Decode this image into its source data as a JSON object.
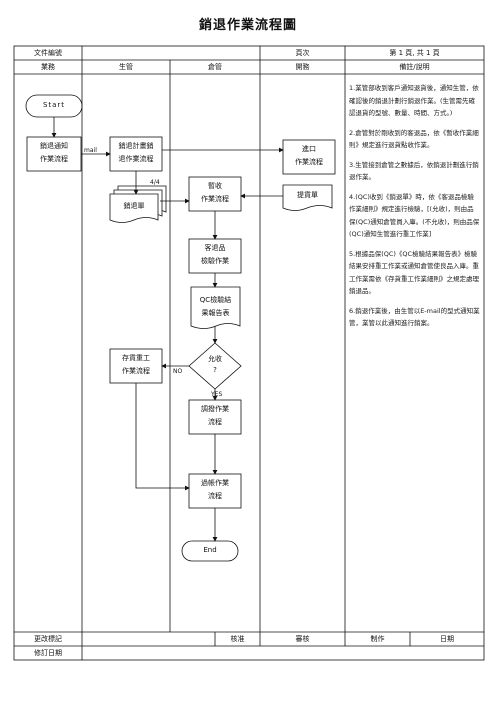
{
  "title": "銷退作業流程圖",
  "header": {
    "doc_no_label": "文件編號",
    "page_label": "頁次",
    "page_value": "第 1 頁, 共 1 頁",
    "col_business": "業務",
    "col_production": "生管",
    "col_warehouse": "倉管",
    "col_purchase": "開務",
    "col_notes": "備註/說明"
  },
  "flow": {
    "start": "Start",
    "end": "End",
    "sales_notice": [
      "銷退通知",
      "作業流程"
    ],
    "mail_label": "mail",
    "plan_return": [
      "銷退計畫銷",
      "退作業流程"
    ],
    "import": [
      "進口",
      "作業流程"
    ],
    "count_label": "4/4",
    "return_slip": "銷退單",
    "receive": [
      "暫收",
      "作業流程"
    ],
    "delivery_slip": "提貨單",
    "inspect": [
      "客退品",
      "檢驗作業"
    ],
    "qc_report": [
      "QC檢驗結",
      "果報告表"
    ],
    "rework": [
      "存貨重工",
      "作業流程"
    ],
    "decision": [
      "允收",
      "?"
    ],
    "no_label": "NO",
    "yes_label": "YES",
    "transfer": [
      "調撥作業",
      "流程"
    ],
    "scrap": [
      "過帳作業",
      "流程"
    ]
  },
  "notes": [
    "1.業管部收到客戶通知退貨後，通知生管，依確認後的銷退計劃行銷退作業。(生管需先確認退貨的型號、數量、時間、方式。)",
    "2.倉管對於剛收到的客退品，依《暫收作業細則》規定進行退貨點收作業。",
    "3.生管接到倉管之數據后，依銷退計劃進行銷退作業。",
    "4.(QC)收到《銷退單》時，依《客退品檢驗作業細則》規定進行檢驗，[(允收)，則由品保(QC)通知倉管員入庫。(不允收)，則由品保(QC)通知生管進行重工作業]",
    "5.根據品保(QC)《QC檢驗結果報告表》檢驗結果安排重工作業或通知倉管使良品入庫。重工作業需依《存貨重工作業細則》之規定處理銷退品。",
    "6.銷退作業後，由生管以E-mail的型式通知業管，業管以此通知進行銷案。"
  ],
  "footer": {
    "change_mark": "更改標記",
    "approve": "核准",
    "review": "審核",
    "prepare": "制作",
    "date": "日期",
    "revise_date": "修訂日期"
  }
}
